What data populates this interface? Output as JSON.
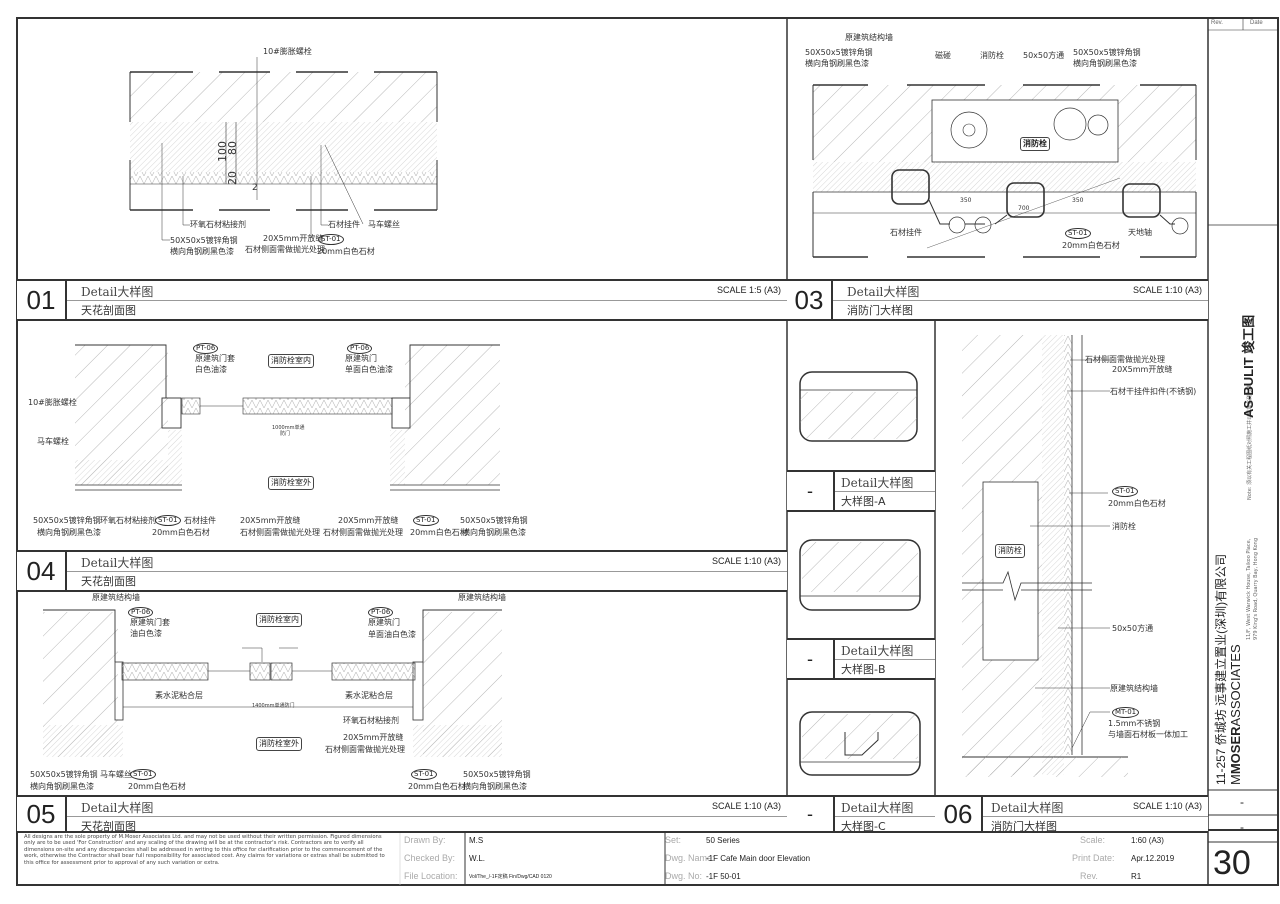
{
  "sheet": {
    "rev_header": "Rev.",
    "date_header": "Date",
    "sheet_number": "30",
    "rev_rows": [
      "-",
      "-"
    ]
  },
  "details": {
    "d01": {
      "number": "01",
      "title": "Detail大样图",
      "subtitle": "天花剖面图",
      "scale": "SCALE 1:5 (A3)",
      "labels": {
        "bolt": "10#膨胀螺栓",
        "dim100": "100",
        "dim80": "80",
        "dim20": "20",
        "dim2": "2",
        "epoxy": "环氧石材粘接剂",
        "angle1": "50X50x5镀锌角钢",
        "angle2": "横向角钢刷黑色漆",
        "joint1": "20X5mm开放缝",
        "joint2": "石材侧面需做抛光处理",
        "st": "ST-01",
        "stone": "20mm白色石材",
        "hanger": "石材挂件",
        "screw": "马车螺丝"
      }
    },
    "d03": {
      "number": "03",
      "title": "Detail大样图",
      "subtitle": "消防门大样图",
      "scale": "SCALE 1:10 (A3)",
      "labels": {
        "wall": "原建筑结构墙",
        "angle1": "50X50x5镀锌角钢",
        "angle2": "横向角钢刷黑色漆",
        "magnet": "磁碰",
        "hydrant": "消防栓",
        "tube": "50x50方通",
        "angle1r": "50X50x5镀锌角钢",
        "angle2r": "横向角钢刷黑色漆",
        "hydrant_box": "消防栓",
        "hanger": "石材挂件",
        "st": "ST-01",
        "stone": "20mm白色石材",
        "pivot": "天地轴",
        "dim350a": "350",
        "dim350b": "350",
        "dim700": "700"
      }
    },
    "d04": {
      "number": "04",
      "title": "Detail大样图",
      "subtitle": "天花剖面图",
      "scale": "SCALE 1:10 (A3)",
      "labels": {
        "pt_l": "PT-06",
        "frame1": "原建筑门套",
        "frame2": "白色油漆",
        "inside": "消防栓室内",
        "pt_r": "PT-06",
        "door1": "原建筑门",
        "door2": "单面白色油漆",
        "bolt": "10#膨胀螺栓",
        "screw": "马车螺栓",
        "opening1": "1000mm单通",
        "opening2": "防门",
        "outside": "消防栓室外",
        "angle1": "50X50x5镀锌角钢",
        "angle2": "横向角钢刷黑色漆",
        "epoxy": "环氧石材粘接剂",
        "st_l": "ST-01",
        "stone_l": "20mm白色石材",
        "hanger": "石材挂件",
        "joint1": "20X5mm开放缝",
        "joint2": "石材侧面需做抛光处理",
        "joint1r": "20X5mm开放缝",
        "joint2r": "石材侧面需做抛光处理",
        "st_r": "ST-01",
        "stone_r": "20mm白色石材",
        "angle1r": "50X50x5镀锌角钢",
        "angle2r": "横向角钢刷黑色漆"
      }
    },
    "d05": {
      "number": "05",
      "title": "Detail大样图",
      "subtitle": "天花剖面图",
      "scale": "SCALE 1:10 (A3)",
      "labels": {
        "wall_l": "原建筑结构墙",
        "wall_r": "原建筑结构墙",
        "pt_l": "PT-06",
        "frame1": "原建筑门套",
        "frame2": "油白色漆",
        "inside": "消防栓室内",
        "pt_r": "PT-06",
        "door1": "原建筑门",
        "door2": "单面油白色漆",
        "cement_l": "素水泥粘合层",
        "cement_r": "素水泥粘合层",
        "opening": "1400mm单通防门",
        "epoxy": "环氧石材粘接剂",
        "outside": "消防栓室外",
        "joint1": "20X5mm开放缝",
        "joint2": "石材侧面需做抛光处理",
        "angle1": "50X50x5镀锌角钢",
        "angle2": "横向角钢刷黑色漆",
        "screw": "马车螺丝",
        "st_l": "ST-01",
        "stone_l": "20mm白色石材",
        "st_r": "ST-01",
        "stone_r": "20mm白色石材",
        "angle1r": "50X50x5镀锌角钢",
        "angle2r": "横向角钢刷黑色漆"
      }
    },
    "d06": {
      "number": "06",
      "title": "Detail大样图",
      "subtitle": "消防门大样图",
      "scale": "SCALE 1:10 (A3)",
      "labels": {
        "polish": "石材侧面需做抛光处理",
        "joint": "20X5mm开放缝",
        "clip": "石材干挂件扣件(不锈钢)",
        "st": "ST-01",
        "stone": "20mm白色石材",
        "hydrant": "消防栓",
        "hydrant_box": "消防栓",
        "tube": "50x50方通",
        "wall": "原建筑结构墙",
        "mt": "MT-01",
        "steel1": "1.5mm不锈钢",
        "steel2": "与墙面石材板一体加工"
      }
    },
    "da": {
      "number": "-",
      "title": "Detail大样图",
      "subtitle": "大样图-A"
    },
    "db": {
      "number": "-",
      "title": "Detail大样图",
      "subtitle": "大样图-B"
    },
    "dc": {
      "number": "-",
      "title": "Detail大样图",
      "subtitle": "大样图-C"
    }
  },
  "title_block": {
    "disclaimer": "All designs are the sole property of M.Moser Associates Ltd. and may not be used without their written permission. Figured dimensions only are to be used 'For Construction' and any scaling of the drawing will be at the contractor's risk. Contractors are to verify all dimensions on-site and any discrepancies shall be addressed in writing to this office for clarification prior to the commencement of the work, otherwise the Contractor shall bear full responsibility for associated cost. Any claims for variations or extras shall be submitted to this office for assessment prior to approval of any such variation or extra.",
    "drawn_by_label": "Drawn By:",
    "drawn_by": "M.S",
    "checked_by_label": "Checked By:",
    "checked_by": "W.L.",
    "file_location_label": "File Location:",
    "file_location": "Vol/The_/-1F定稿 Fin/Dwg/CAD 0120",
    "set_label": "Set:",
    "set": "50 Series",
    "dwg_name_label": "Dwg. Name:",
    "dwg_name": "-1F Cafe Main door Elevation",
    "dwg_no_label": "Dwg. No:",
    "dwg_no": "-1F  50-01",
    "scale_label": "Scale:",
    "scale": "1:60 (A3)",
    "print_date_label": "Print Date:",
    "print_date": "Apr.12.2019",
    "rev_label": "Rev.",
    "rev": "R1"
  },
  "side_strip": {
    "project": "11-257  侨城坊  远事建立置业(深圳)有限公司",
    "company_light": "M",
    "company_bold": "MOSER",
    "company_rest": "ASSOCIATES",
    "address1": "11/F, West Warwick House, Taikoo Place,",
    "address2": "979 King's Road, Quarry Bay, Hong Kong",
    "note": "Note: 须以有关工程图纸对照施工并以现场实测为准",
    "stamp": "AS-BULIT 竣工图"
  }
}
